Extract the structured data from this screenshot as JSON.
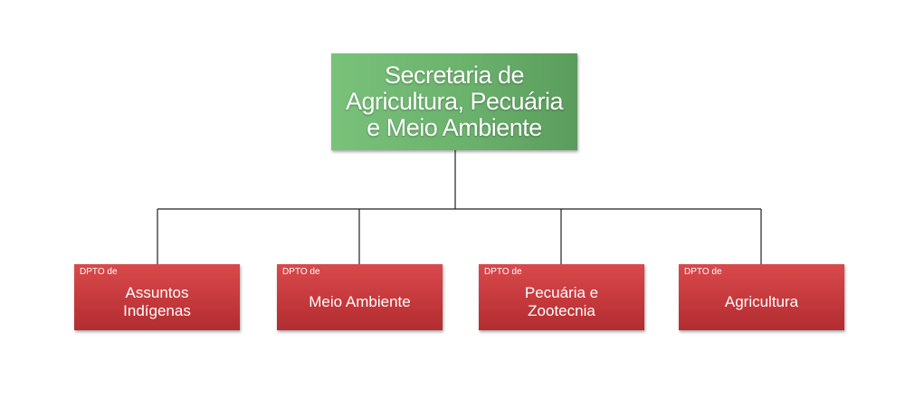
{
  "root": {
    "title": "Secretaria de\nAgricultura, Pecuária\ne Meio Ambiente"
  },
  "departments": [
    {
      "prefix": "DPTO de",
      "name": "Assuntos\nIndígenas"
    },
    {
      "prefix": "DPTO de",
      "name": "Meio Ambiente"
    },
    {
      "prefix": "DPTO de",
      "name": "Pecuária e\nZootecnia"
    },
    {
      "prefix": "DPTO de",
      "name": "Agricultura"
    }
  ],
  "colors": {
    "root": "#6bb26d",
    "department": "#c73a3d",
    "connector": "#231f20"
  }
}
